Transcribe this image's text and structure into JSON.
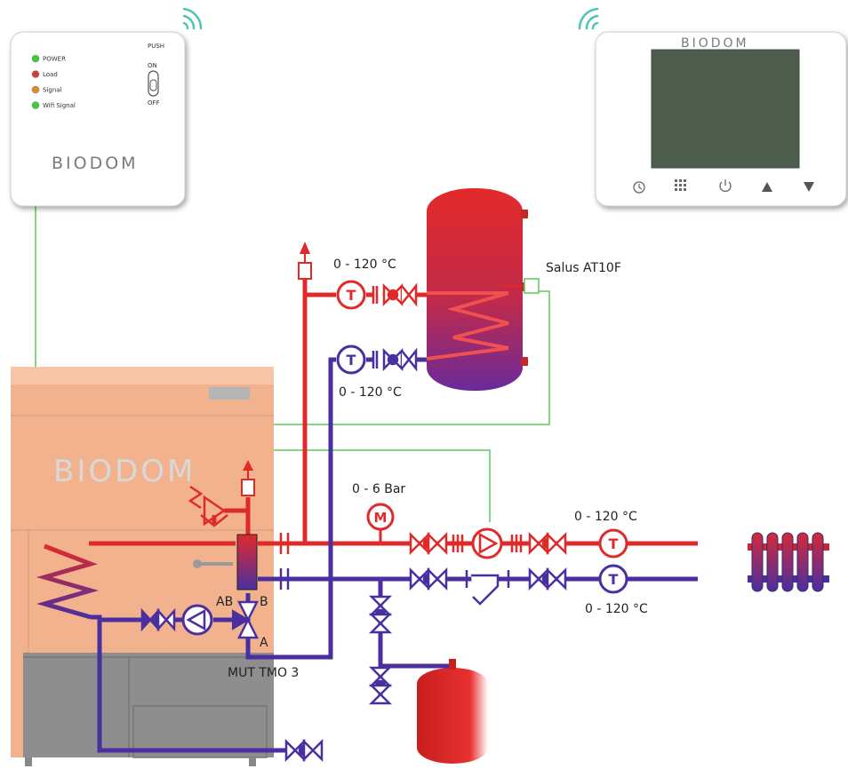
{
  "wifi_controller": {
    "leds": [
      {
        "label": "POWER",
        "color": "#3ccf3c"
      },
      {
        "label": "Load",
        "color": "#d63a3a"
      },
      {
        "label": "Signal",
        "color": "#e08a2c"
      },
      {
        "label": "Wifi Signal",
        "color": "#3ccf3c"
      }
    ],
    "push_label": "PUSH",
    "on_label": "ON",
    "off_label": "OFF",
    "brand": "BIODOM"
  },
  "thermostat": {
    "brand": "BIODOM",
    "buttons": [
      "clock-icon",
      "menu-grid-icon",
      "power-icon",
      "up-arrow-icon",
      "down-arrow-icon"
    ]
  },
  "boiler": {
    "brand": "BIODOM"
  },
  "labels": {
    "tank_top_temp": "0 - 120 °C",
    "tank_bottom_temp": "0 - 120 °C",
    "tank_sensor": "Salus AT10F",
    "pressure": "0 - 6 Bar",
    "supply_temp": "0 - 120 °C",
    "return_temp": "0 - 120 °C",
    "valve_port_ab": "AB",
    "valve_port_b": "B",
    "valve_port_a": "A",
    "mixing_valve": "MUT TMO 3"
  },
  "colors": {
    "hot": "#e02a2a",
    "cold": "#4a2fa0",
    "signal_wire": "#5cc85c",
    "boiler_body": "#f2b28e",
    "wifi_arc": "#4fc4b0"
  }
}
